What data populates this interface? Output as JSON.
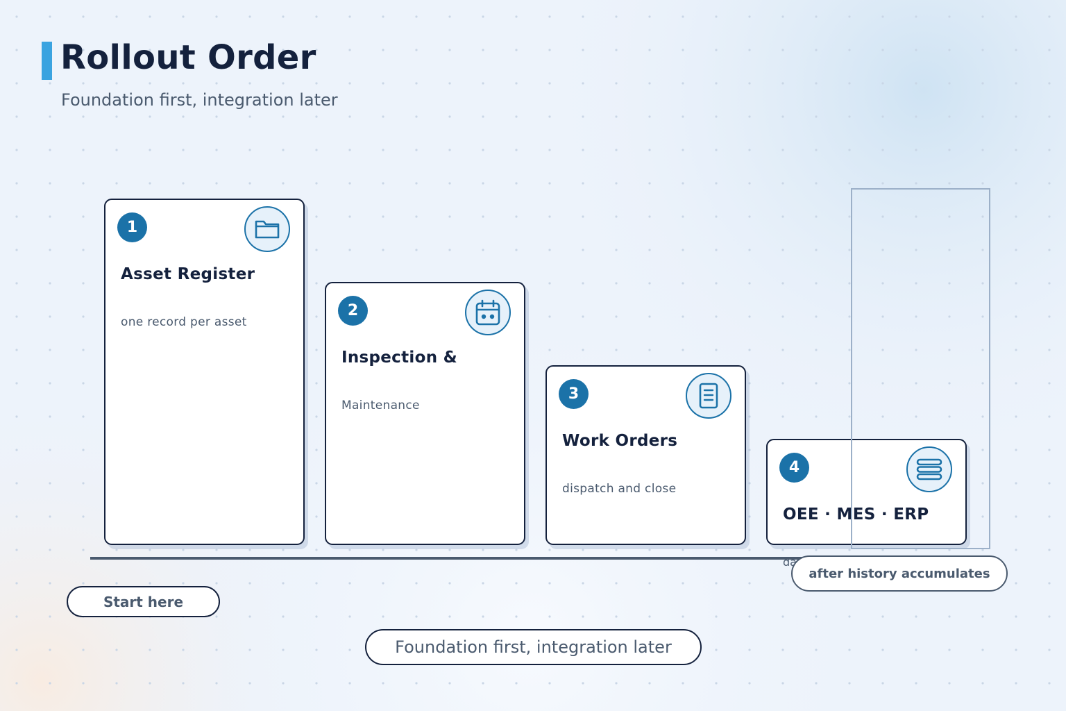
{
  "header": {
    "title": "Rollout Order",
    "subtitle": "Foundation first, integration later"
  },
  "steps": [
    {
      "number": "1",
      "title": "Asset Register",
      "description": "one record per asset",
      "icon": "folder-icon"
    },
    {
      "number": "2",
      "title": "Inspection &",
      "description": "Maintenance",
      "icon": "calendar-icon"
    },
    {
      "number": "3",
      "title": "Work Orders",
      "description": "dispatch and close",
      "icon": "document-icon"
    },
    {
      "number": "4",
      "title": "OEE · MES · ERP",
      "description": "da",
      "icon": "stack-icon"
    }
  ],
  "labels": {
    "start": "Start here",
    "later": "after history accumulates",
    "footer": "Foundation first, integration later"
  },
  "colors": {
    "accent": "#3aa3e0",
    "badge": "#1b72a8",
    "ink": "#14213d",
    "muted": "#4a5a6e",
    "ghost": "#9cb0c8"
  }
}
